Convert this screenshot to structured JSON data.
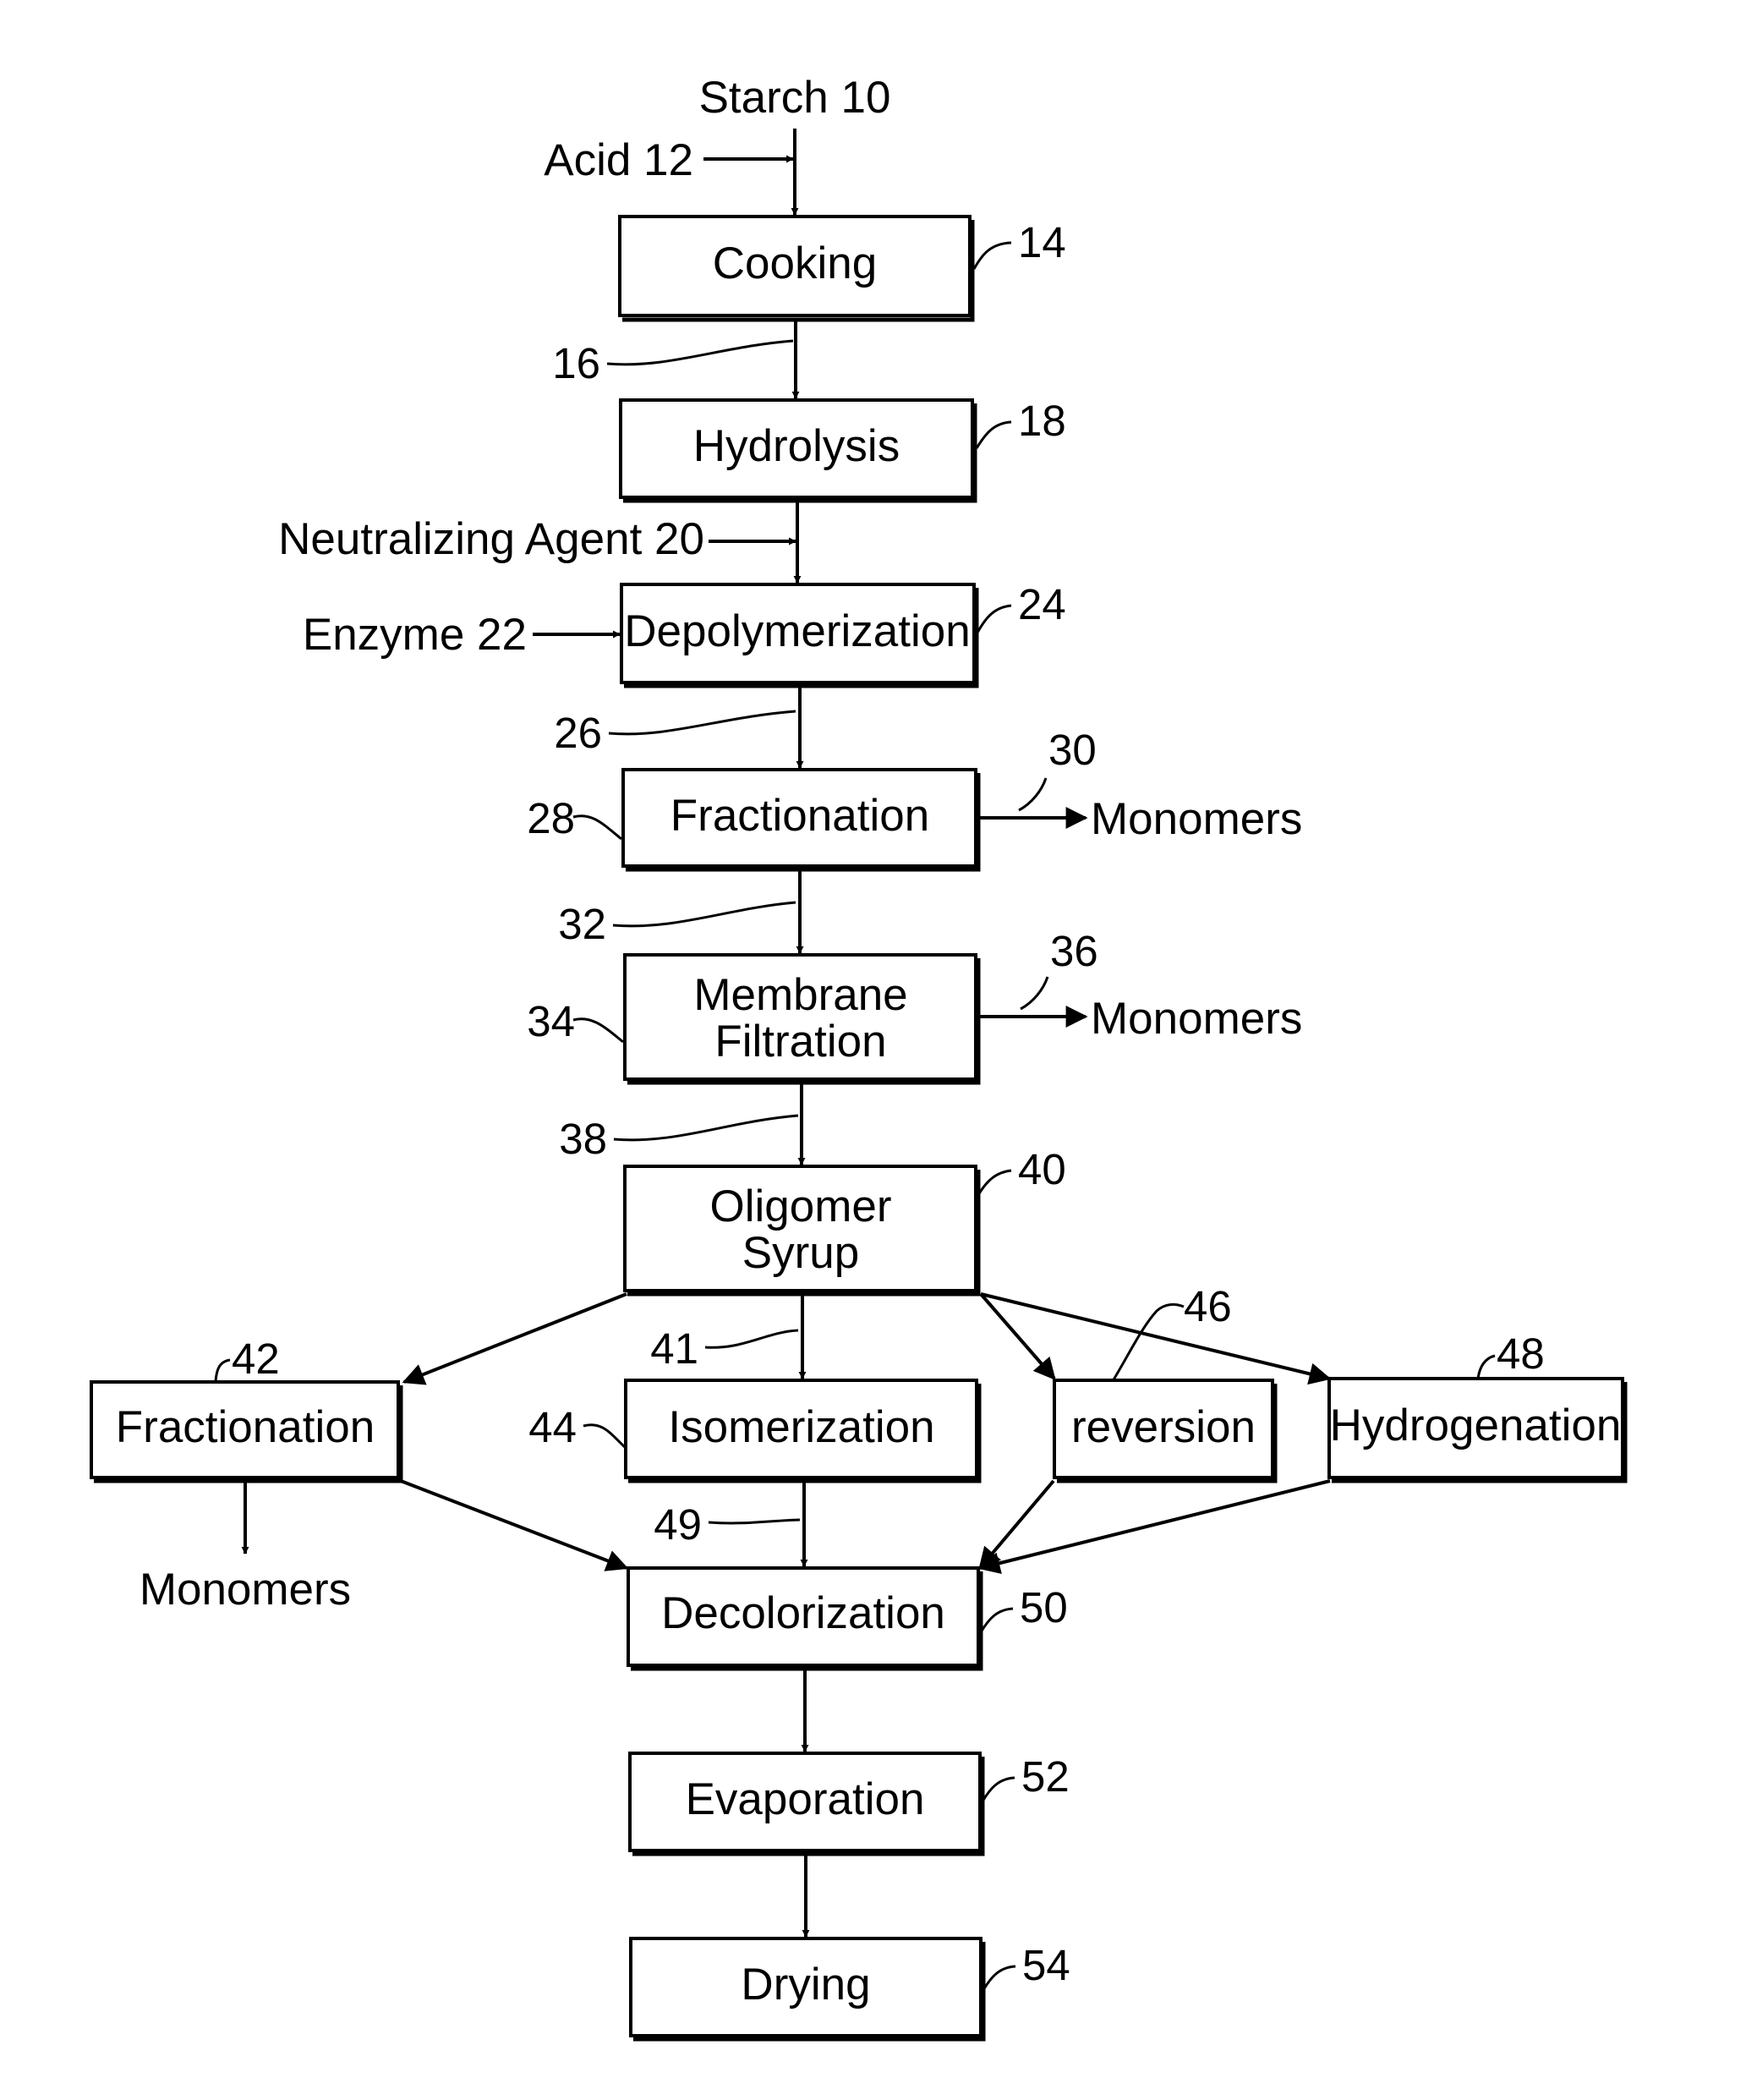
{
  "inputs": {
    "starch": "Starch 10",
    "acid": "Acid 12",
    "neutralizing_agent": "Neutralizing Agent 20",
    "enzyme": "Enzyme 22"
  },
  "steps": {
    "cooking": "Cooking",
    "hydrolysis": "Hydrolysis",
    "depolymerization": "Depolymerization",
    "fractionation": "Fractionation",
    "membrane_line1": "Membrane",
    "membrane_line2": "Filtration",
    "oligomer_line1": "Oligomer",
    "oligomer_line2": "Syrup",
    "fractionation_branch": "Fractionation",
    "isomerization": "Isomerization",
    "reversion": "reversion",
    "hydrogenation": "Hydrogenation",
    "decolorization": "Decolorization",
    "evaporation": "Evaporation",
    "drying": "Drying"
  },
  "outputs": {
    "monomers_fractionation": "Monomers",
    "monomers_membrane": "Monomers",
    "monomers_branch": "Monomers"
  },
  "refs": {
    "cooking": "14",
    "stream_16": "16",
    "hydrolysis": "18",
    "depolymerization": "24",
    "stream_26": "26",
    "fractionation": "28",
    "stream_30": "30",
    "stream_32": "32",
    "membrane": "34",
    "stream_36": "36",
    "stream_38": "38",
    "oligomer": "40",
    "stream_41": "41",
    "fractionation_branch": "42",
    "isomerization": "44",
    "reversion": "46",
    "hydrogenation": "48",
    "stream_49": "49",
    "decolorization": "50",
    "evaporation": "52",
    "drying": "54"
  }
}
